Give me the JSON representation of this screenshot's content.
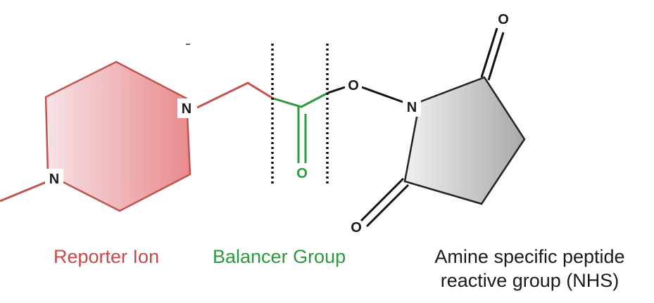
{
  "atoms": {
    "reporter_n_upper": "N",
    "reporter_n_lower": "N",
    "balancer_o": "O",
    "ester_o": "O",
    "nhs_n": "N",
    "nhs_o_top": "O",
    "nhs_o_bottom": "O"
  },
  "captions": {
    "reporter": "Reporter Ion",
    "balancer": "Balancer Group",
    "amine_line1": "Amine specific peptide",
    "amine_line2": "reactive group (NHS)"
  },
  "colors": {
    "reporter": "#c84a48",
    "balancer": "#2a9a3c",
    "nhs": "#1a1a1a",
    "separator": "#111111"
  }
}
